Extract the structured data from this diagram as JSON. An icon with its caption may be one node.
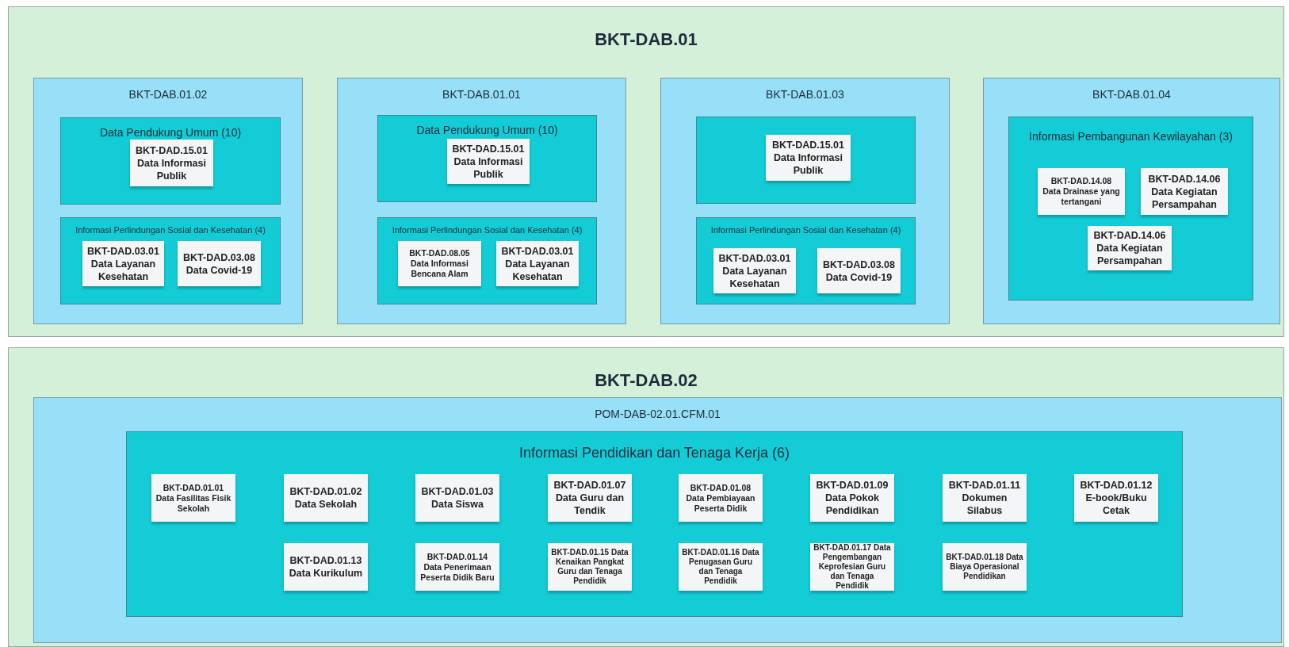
{
  "diagram": {
    "nodes": [
      {
        "text": [
          "BKT-DAB.01"
        ]
      },
      {
        "text": [
          "BKT-DAB.01.02"
        ],
        "in": 0
      },
      {
        "text": [
          "Data Pendukung Umum (10)"
        ],
        "in": 1
      },
      {
        "text": [
          "BKT-DAD.15.01",
          "Data Informasi Publik"
        ],
        "in": 2
      },
      {
        "text": [
          "Informasi Perlindungan Sosial dan Kesehatan (4)"
        ],
        "in": 1
      },
      {
        "text": [
          "BKT-DAD.03.01",
          "Data Layanan Kesehatan"
        ],
        "in": 4
      },
      {
        "text": [
          "BKT-DAD.03.08",
          "Data Covid-19"
        ],
        "in": 4
      },
      {
        "text": [
          "BKT-DAB.01.01"
        ],
        "in": 0
      },
      {
        "text": [
          "Data Pendukung Umum (10)"
        ],
        "in": 7
      },
      {
        "text": [
          "BKT-DAD.15.01",
          "Data Informasi Publik"
        ],
        "in": 8
      },
      {
        "text": [
          "Informasi Perlindungan Sosial dan Kesehatan (4)"
        ],
        "in": 7
      },
      {
        "text": [
          "BKT-DAD.08.05",
          "Data Informasi Bencana Alam"
        ],
        "in": 10
      },
      {
        "text": [
          "BKT-DAD.03.01",
          "Data Layanan Kesehatan"
        ],
        "in": 10
      },
      {
        "text": [
          "BKT-DAB.01.03"
        ],
        "in": 0
      },
      {
        "text": [],
        "shape": "box",
        "in": 13
      },
      {
        "text": [
          "BKT-DAD.15.01",
          "Data Informasi Publik"
        ],
        "in": 14
      },
      {
        "text": [
          "Informasi Perlindungan Sosial dan Kesehatan (4)"
        ],
        "in": 13
      },
      {
        "text": [
          "BKT-DAD.03.01",
          "Data Layanan Kesehatan"
        ],
        "in": 16
      },
      {
        "text": [
          "BKT-DAD.03.08",
          "Data Covid-19"
        ],
        "in": 16
      },
      {
        "text": [
          "BKT-DAB.01.04"
        ],
        "in": 0
      },
      {
        "text": [
          "Informasi Pembangunan Kewilayahan (3)"
        ],
        "in": 19
      },
      {
        "text": [
          "BKT-DAD.14.08",
          "Data Drainase yang tertangani"
        ],
        "in": 20
      },
      {
        "text": [
          "BKT-DAD.14.06",
          "Data Kegiatan Persampahan"
        ],
        "in": 20
      },
      {
        "text": [
          "BKT-DAD.14.06",
          "Data Kegiatan Persampahan"
        ],
        "in": 20
      },
      {
        "text": [
          "BKT-DAB.02"
        ]
      },
      {
        "text": [
          "POM-DAB-02.01.CFM.01"
        ],
        "in": 24
      },
      {
        "text": [
          "Informasi Pendidikan dan Tenaga Kerja (6)"
        ],
        "in": 25
      },
      {
        "text": [
          "BKT-DAD.01.01",
          "Data Fasilitas Fisik Sekolah"
        ],
        "in": 26
      },
      {
        "text": [
          "BKT-DAD.01.02",
          "Data Sekolah"
        ],
        "in": 26
      },
      {
        "text": [
          "BKT-DAD.01.03",
          "Data Siswa"
        ],
        "in": 26
      },
      {
        "text": [
          "BKT-DAD.01.07",
          "Data Guru dan Tendik"
        ],
        "in": 26
      },
      {
        "text": [
          "BKT-DAD.01.08",
          "Data Pembiayaan Peserta Didik"
        ],
        "in": 26
      },
      {
        "text": [
          "BKT-DAD.01.09",
          "Data Pokok Pendidikan"
        ],
        "in": 26
      },
      {
        "text": [
          "BKT-DAD.01.11",
          "Dokumen Silabus"
        ],
        "in": 26
      },
      {
        "text": [
          "BKT-DAD.01.12",
          "E-book/Buku Cetak"
        ],
        "in": 26
      },
      {
        "text": [
          "BKT-DAD.01.13",
          "Data Kurikulum"
        ],
        "in": 26
      },
      {
        "text": [
          "BKT-DAD.01.14",
          "Data Penerimaan Peserta Didik Baru"
        ],
        "in": 26
      },
      {
        "text": [
          "BKT-DAD.01.15 Data Kenaikan Pangkat Guru dan Tenaga Pendidik"
        ],
        "in": 26
      },
      {
        "text": [
          "BKT-DAD.01.16 Data Penugasan Guru dan Tenaga Pendidik"
        ],
        "in": 26
      },
      {
        "text": [
          "BKT-DAD.01.17 Data Pengembangan Keprofesian Guru dan Tenaga Pendidik"
        ],
        "in": 26
      },
      {
        "text": [
          "BKT-DAD.01.18 Data Biaya Operasional Pendidikan"
        ],
        "in": 26
      }
    ],
    "edges": []
  }
}
